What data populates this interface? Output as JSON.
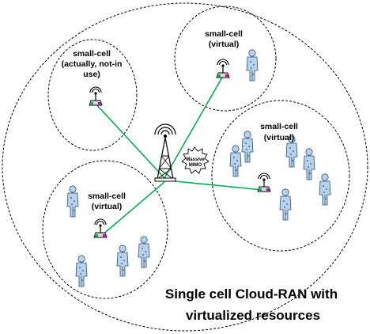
{
  "diagram": {
    "cells": [
      {
        "id": "top-left",
        "label": [
          "small-cell",
          "(actually, not-in",
          "use)"
        ]
      },
      {
        "id": "top-right",
        "label": [
          "small-cell",
          "(virtual)"
        ]
      },
      {
        "id": "right",
        "label": [
          "small-cell",
          "(virtual)"
        ]
      },
      {
        "id": "bottom-left",
        "label": [
          "small-cell",
          "(virtual)"
        ]
      }
    ],
    "macro_badge": [
      "Massive",
      "MIMO"
    ],
    "title": [
      "Single cell Cloud-RAN with",
      "virtualized resources"
    ],
    "colors": {
      "link": "#00b050",
      "user_fill": "#b7d3ec",
      "user_stroke": "#30507a",
      "boundary": "#000000"
    }
  }
}
